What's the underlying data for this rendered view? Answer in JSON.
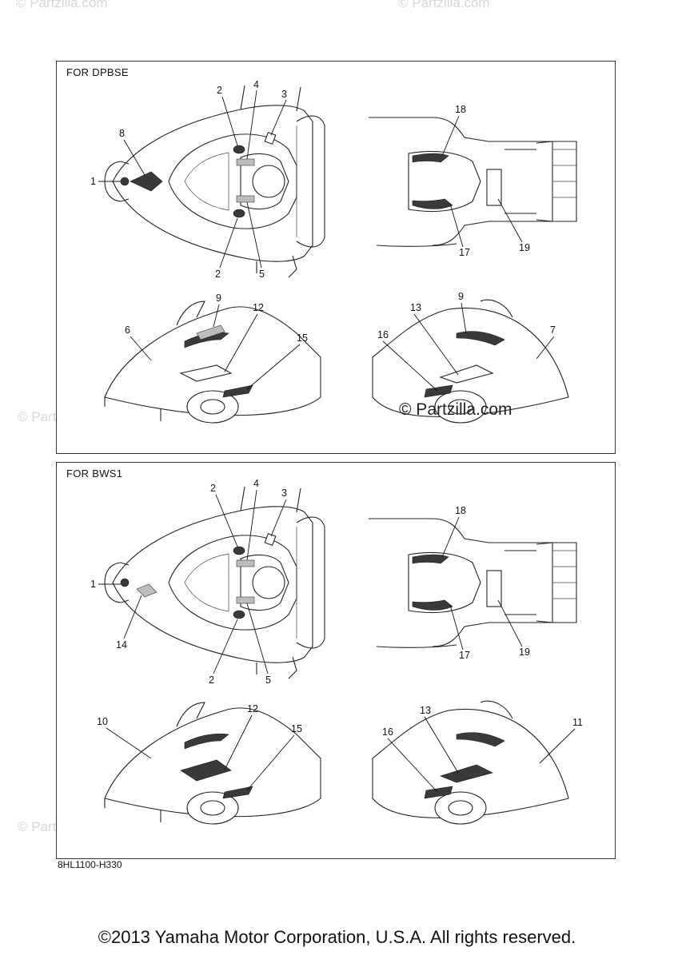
{
  "panels": [
    {
      "label": "FOR DPBSE",
      "callouts": [
        "1",
        "2",
        "3",
        "4",
        "2",
        "5",
        "8",
        "18",
        "17",
        "19",
        "9",
        "12",
        "6",
        "15",
        "9",
        "13",
        "16",
        "7"
      ]
    },
    {
      "label": "FOR BWS1",
      "callouts": [
        "1",
        "2",
        "3",
        "4",
        "2",
        "5",
        "14",
        "18",
        "17",
        "19",
        "12",
        "10",
        "15",
        "13",
        "16",
        "11"
      ]
    }
  ],
  "part_code": "8HL1100-H330",
  "watermarks": {
    "corner": "© Partzilla.com",
    "center": "© Partzilla.com"
  },
  "copyright": "©2013 Yamaha Motor Corporation, U.S.A. All rights reserved."
}
